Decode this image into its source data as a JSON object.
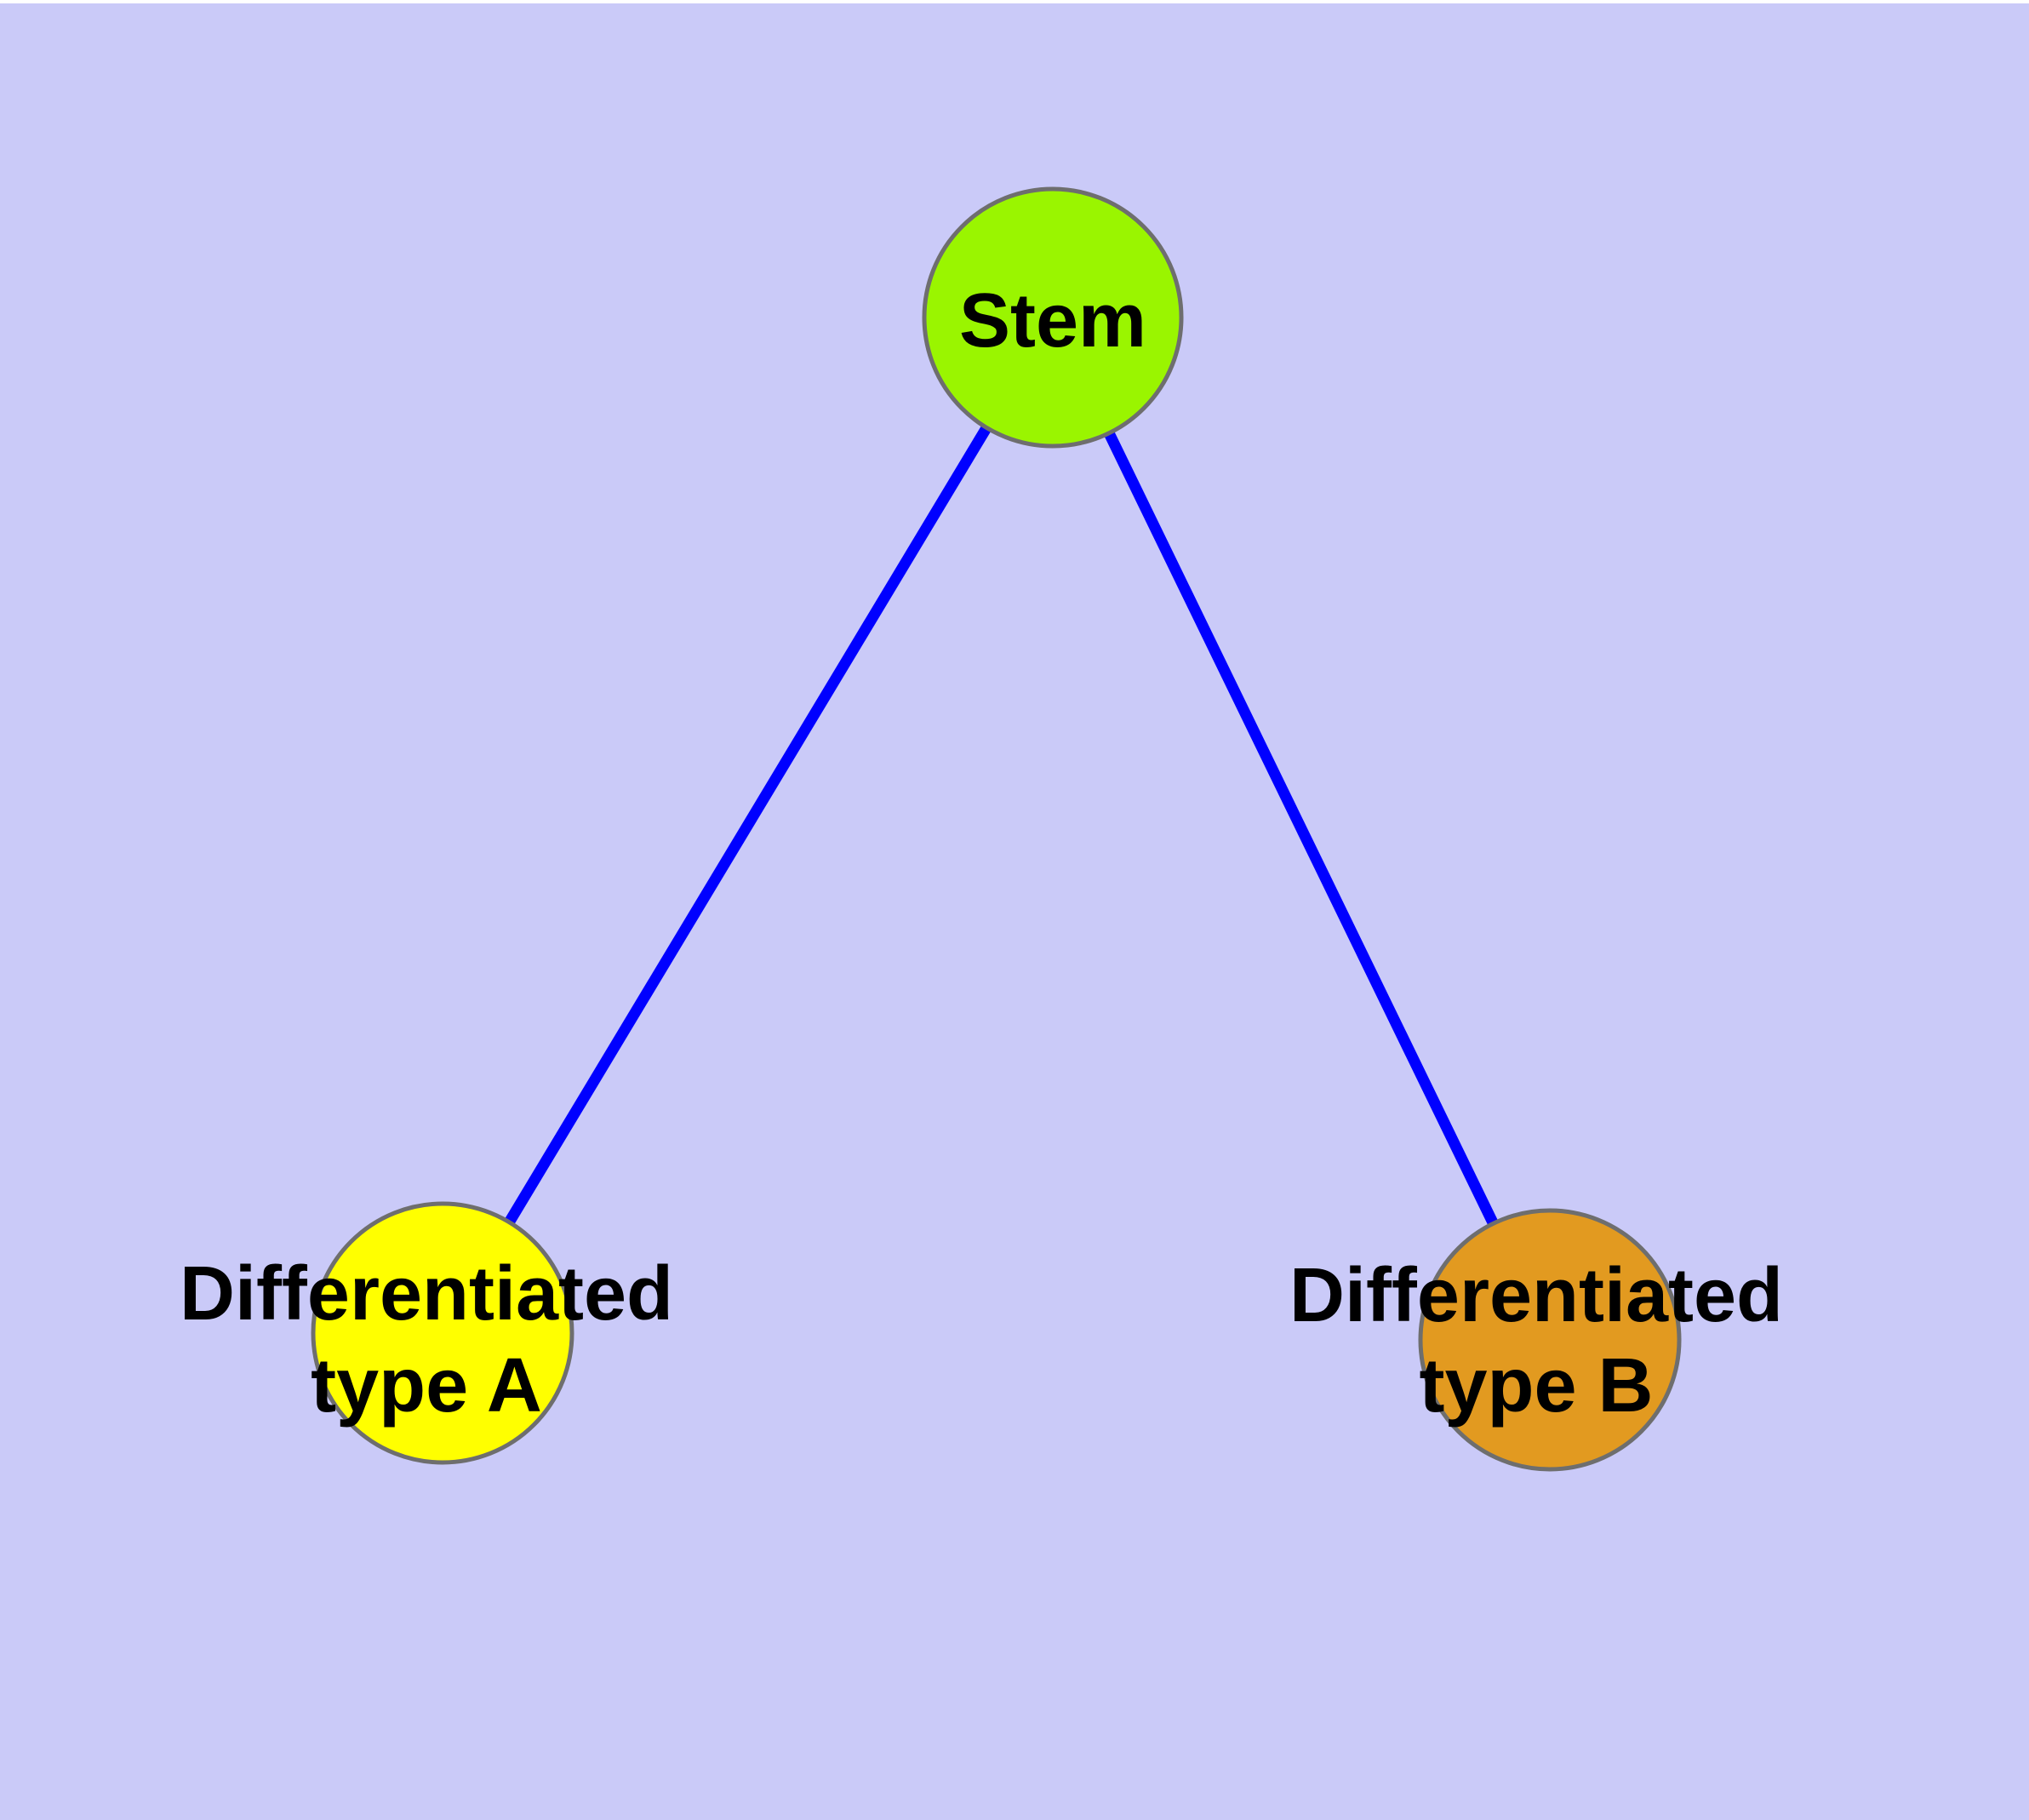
{
  "diagram": {
    "background_color": "#CACAF8",
    "top_border_color": "#FFFFFF",
    "edge_color": "#0000FF",
    "node_border_color": "#6E6E6E",
    "label_color": "#000000",
    "nodes": [
      {
        "id": "stem",
        "label": "Stem",
        "lines": [
          "Stem"
        ],
        "fill": "#9AF500"
      },
      {
        "id": "differentiated-type-a",
        "label": "Differentiated type A",
        "lines": [
          "Differentiated",
          "type A"
        ],
        "fill": "#FFFF00"
      },
      {
        "id": "differentiated-type-b",
        "label": "Differentiated type B",
        "lines": [
          "Differentiated",
          "type B"
        ],
        "fill": "#E29A20"
      }
    ],
    "edges": [
      {
        "from": "Stem",
        "to": "Differentiated type A"
      },
      {
        "from": "Stem",
        "to": "Differentiated type B"
      }
    ]
  }
}
